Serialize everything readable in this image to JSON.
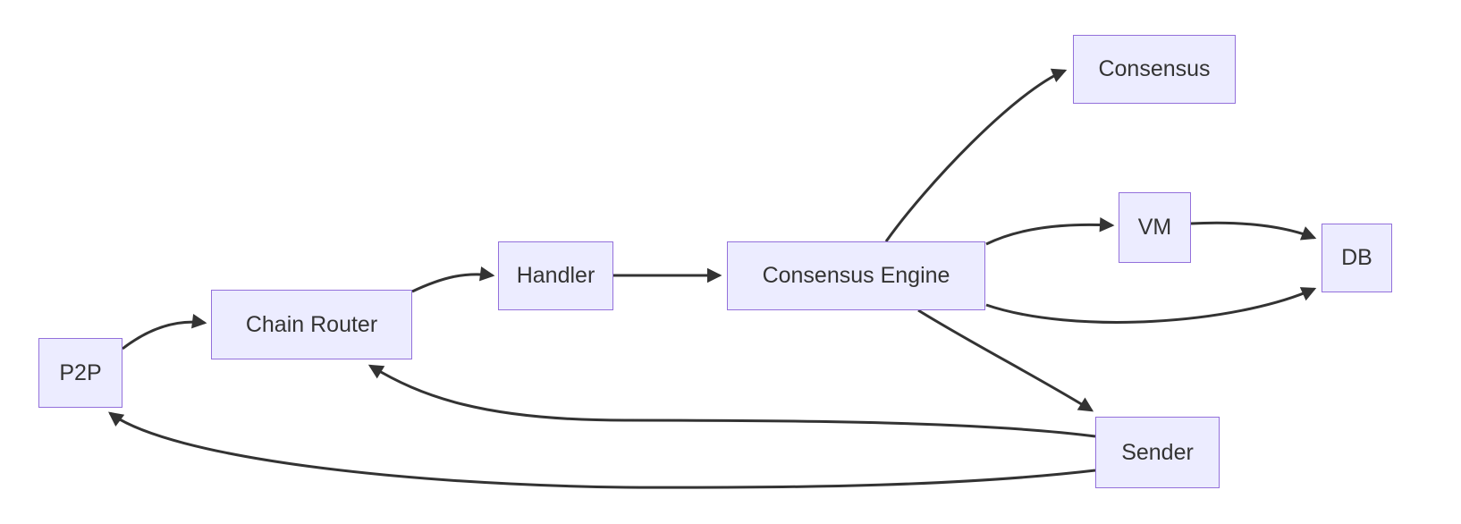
{
  "diagram": {
    "type": "flowchart",
    "background_color": "#ffffff",
    "node_fill_color": "#ECECFF",
    "node_border_color": "#9370DB",
    "edge_color": "#333333",
    "text_color": "#333333"
  },
  "nodes": {
    "p2p": {
      "label": "P2P"
    },
    "chain_router": {
      "label": "Chain Router"
    },
    "handler": {
      "label": "Handler"
    },
    "consensus_engine": {
      "label": "Consensus Engine"
    },
    "consensus": {
      "label": "Consensus"
    },
    "vm": {
      "label": "VM"
    },
    "db": {
      "label": "DB"
    },
    "sender": {
      "label": "Sender"
    }
  },
  "edges": [
    {
      "from": "P2P",
      "to": "Chain Router"
    },
    {
      "from": "Chain Router",
      "to": "Handler"
    },
    {
      "from": "Handler",
      "to": "Consensus Engine"
    },
    {
      "from": "Consensus Engine",
      "to": "Consensus"
    },
    {
      "from": "Consensus Engine",
      "to": "VM"
    },
    {
      "from": "VM",
      "to": "DB"
    },
    {
      "from": "Consensus Engine",
      "to": "DB"
    },
    {
      "from": "Consensus Engine",
      "to": "Sender"
    },
    {
      "from": "Sender",
      "to": "Chain Router"
    },
    {
      "from": "Sender",
      "to": "P2P"
    }
  ]
}
